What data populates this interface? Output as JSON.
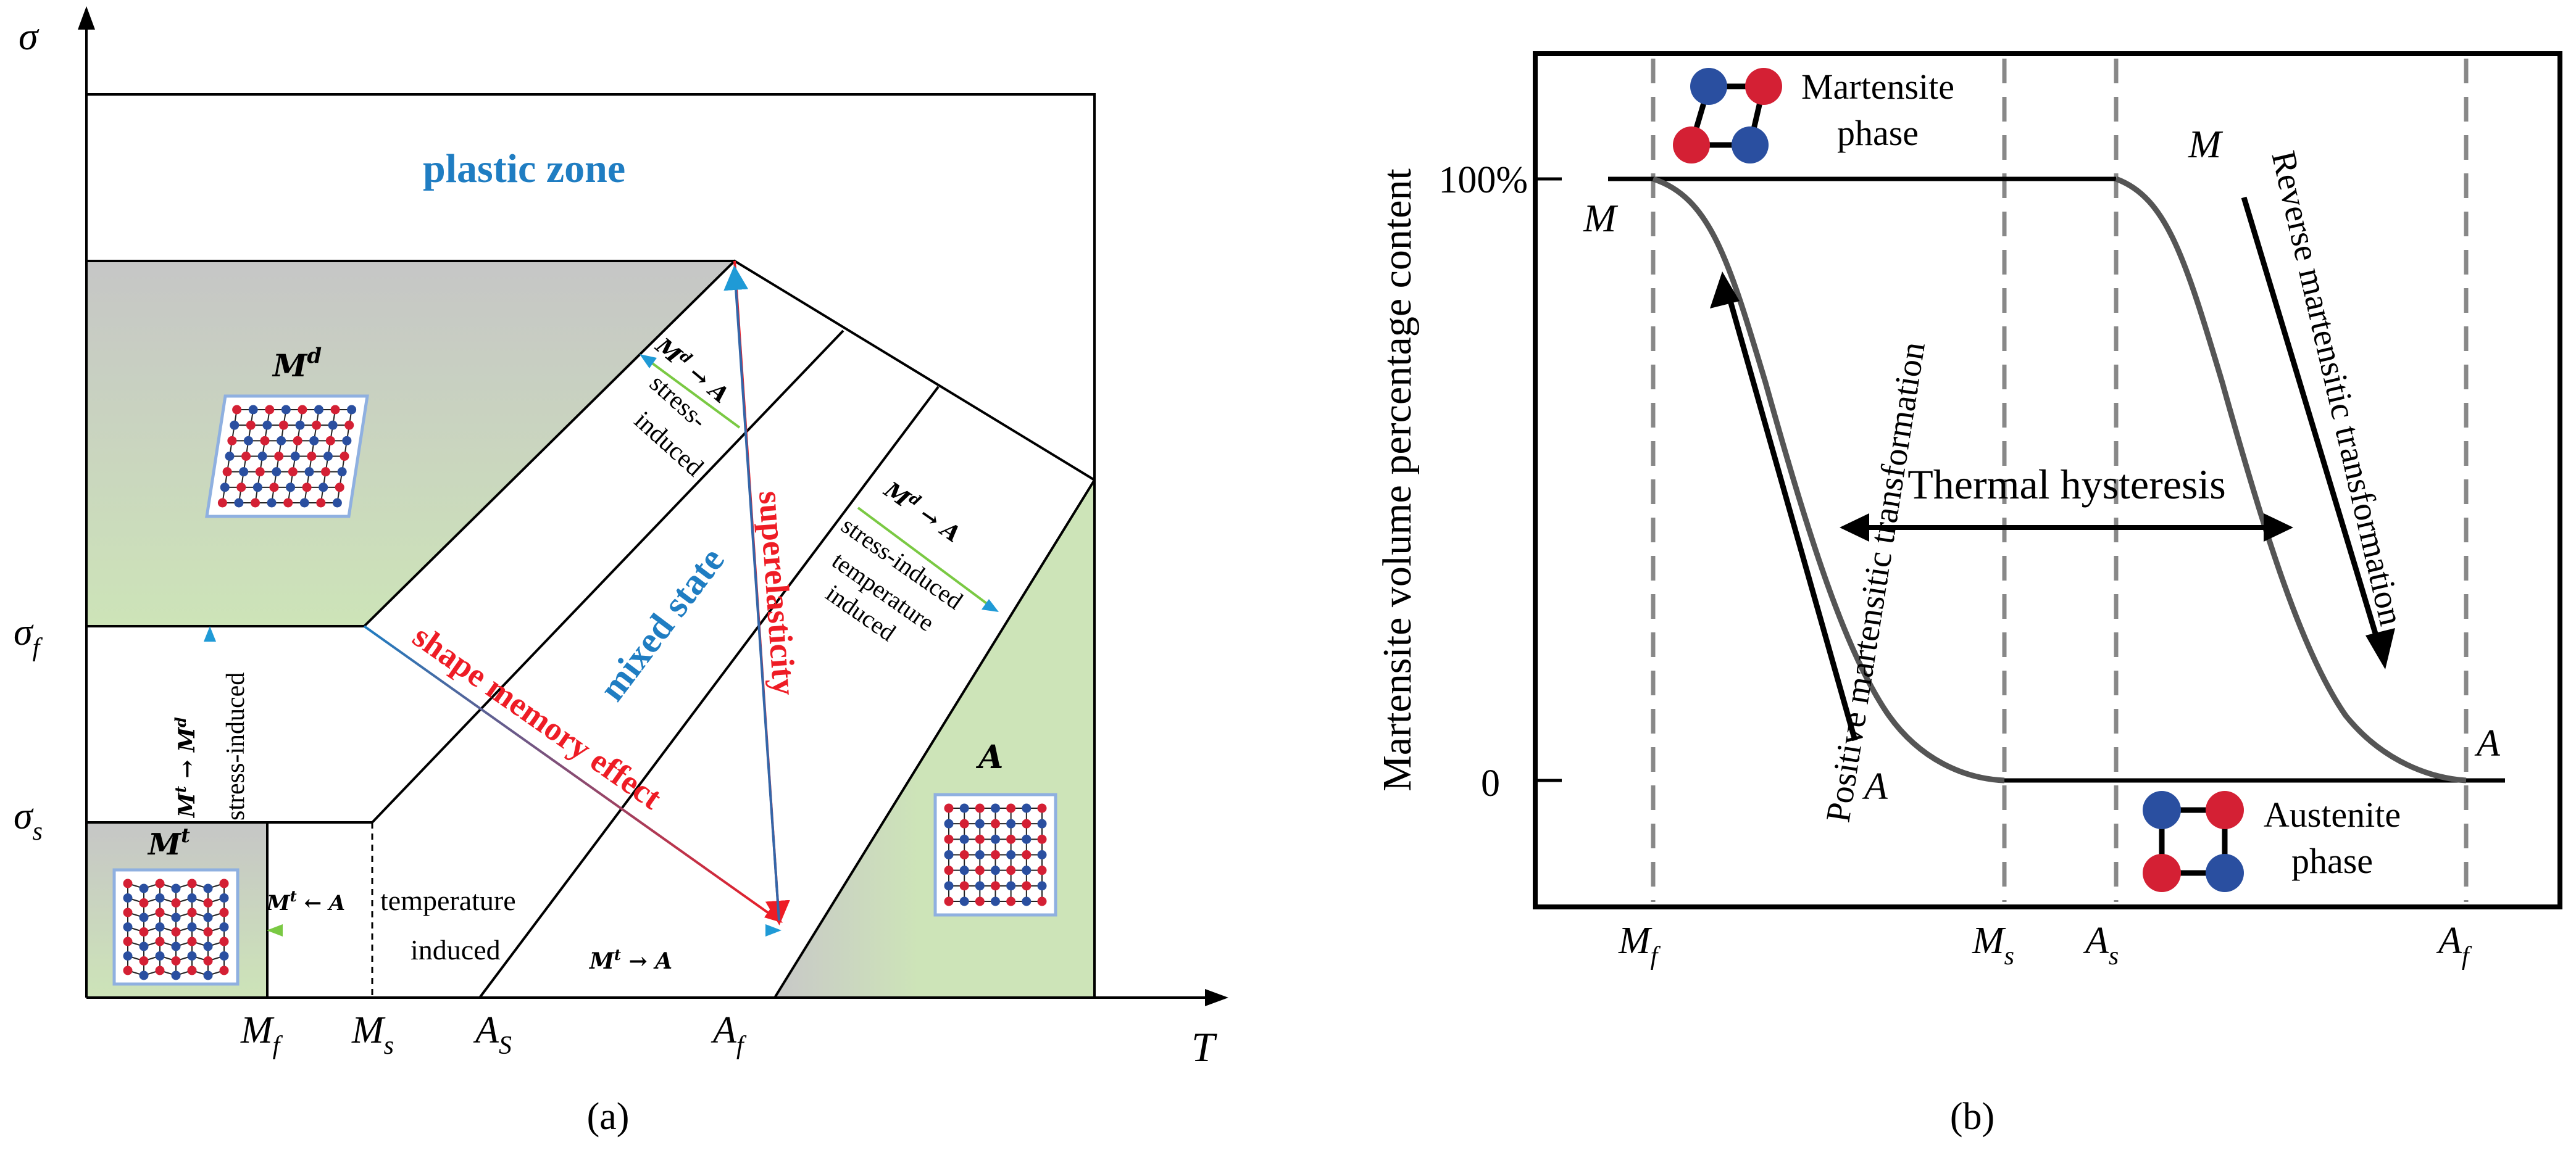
{
  "panel_a": {
    "caption": "(a)",
    "y_axis_label": "σ",
    "x_axis_label": "T",
    "y_ticks": {
      "sigma_f": "σ",
      "sigma_f_sub": "f",
      "sigma_s": "σ",
      "sigma_s_sub": "s"
    },
    "x_ticks": [
      {
        "main": "M",
        "sub": "f"
      },
      {
        "main": "M",
        "sub": "s"
      },
      {
        "main": "A",
        "sub": "S"
      },
      {
        "main": "A",
        "sub": "f"
      }
    ],
    "zones": {
      "plastic": "plastic zone",
      "mixed": "mixed state",
      "md": {
        "main": "M",
        "sup": "d"
      },
      "mt": {
        "main": "M",
        "sup": "t"
      },
      "a": "A"
    },
    "effects": {
      "shape_memory": "shape memory effect",
      "superelasticity": "superelasticity"
    },
    "transitions": {
      "mt_to_md": {
        "label": "M",
        "sup": "t",
        "arrow": " → ",
        "label2": "M",
        "sup2": "d",
        "note": "stress-induced"
      },
      "md_to_a_upper": {
        "label": "M",
        "sup": "d",
        "arrow": " → ",
        "label2": "A",
        "note1": "stress-",
        "note2": "induced"
      },
      "md_to_a_right": {
        "label": "M",
        "sup": "d",
        "arrow": " → ",
        "label2": "A",
        "note1": "stress-induced",
        "note2": "temperature",
        "note3": "induced"
      },
      "mt_from_a": {
        "label": "M",
        "sup": "t",
        "arrow": " ← ",
        "label2": "A",
        "note": " temperature"
      },
      "induced": "induced",
      "mt_to_a": {
        "label": "M",
        "sup": "t",
        "arrow": " → ",
        "label2": "A"
      }
    }
  },
  "panel_b": {
    "caption": "(b)",
    "y_axis_label": "Martensite volume percentage content",
    "y_ticks": [
      "100%",
      "0"
    ],
    "x_ticks": [
      {
        "main": "M",
        "sub": "f"
      },
      {
        "main": "M",
        "sub": "s"
      },
      {
        "main": "A",
        "sub": "s"
      },
      {
        "main": "A",
        "sub": "f"
      }
    ],
    "martensite_phase": [
      "Martensite",
      "phase"
    ],
    "austenite_phase": [
      "Austenite",
      "phase"
    ],
    "thermal_hysteresis": "Thermal hysteresis",
    "forward_label": "Positive martensitic transformation",
    "reverse_label": "Reverse martensitic transformation",
    "point_labels": {
      "m_left": "M",
      "m_right": "M",
      "a_left": "A",
      "a_right": "A"
    }
  },
  "colors": {
    "atom_red": "#d42034",
    "atom_blue": "#2a4fa0",
    "zone_green": "#cde4b8",
    "zone_grey": "#c6c6c6",
    "text_blue": "#1f7dc2",
    "text_red": "#ee1c25",
    "curve_grey": "#555555",
    "dashed_grey": "#888888"
  }
}
